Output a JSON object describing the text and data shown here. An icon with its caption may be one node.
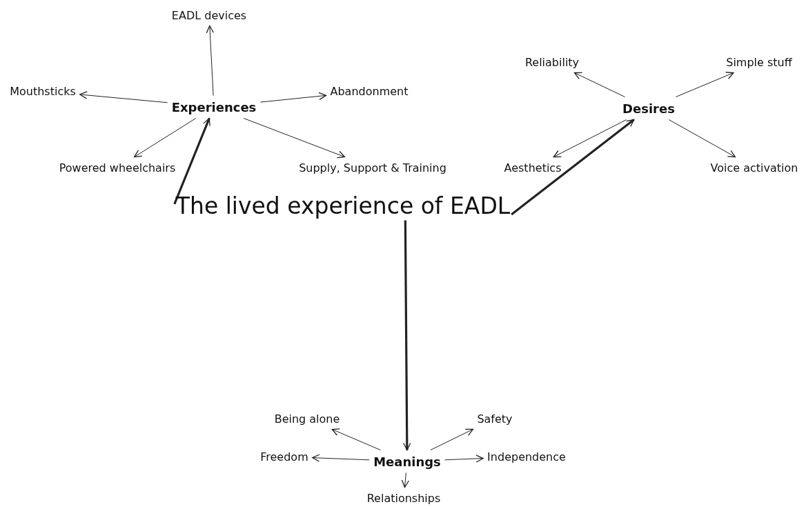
{
  "diagram": {
    "nodes": [
      {
        "text": [
          "The lived experience of EADL"
        ]
      },
      {
        "text": [
          "Experiences"
        ]
      },
      {
        "text": [
          "EADL devices"
        ]
      },
      {
        "text": [
          "Mouthsticks"
        ]
      },
      {
        "text": [
          "Abandonment"
        ]
      },
      {
        "text": [
          "Powered wheelchairs"
        ]
      },
      {
        "text": [
          "Supply, Support & Training"
        ]
      },
      {
        "text": [
          "Desires"
        ]
      },
      {
        "text": [
          "Reliability"
        ]
      },
      {
        "text": [
          "Simple stuff"
        ]
      },
      {
        "text": [
          "Aesthetics"
        ]
      },
      {
        "text": [
          "Voice activation"
        ]
      },
      {
        "text": [
          "Meanings"
        ]
      },
      {
        "text": [
          "Being alone"
        ]
      },
      {
        "text": [
          "Safety"
        ]
      },
      {
        "text": [
          "Freedom"
        ]
      },
      {
        "text": [
          "Independence"
        ]
      },
      {
        "text": [
          "Relationships"
        ]
      }
    ],
    "edges": [
      {
        "from": 0,
        "to": 1,
        "arrow": "to",
        "style": "thick"
      },
      {
        "from": 0,
        "to": 7,
        "arrow": "to",
        "style": "thick"
      },
      {
        "from": 0,
        "to": 12,
        "arrow": "to",
        "style": "thick"
      },
      {
        "from": 1,
        "to": 2,
        "arrow": "to"
      },
      {
        "from": 1,
        "to": 3,
        "arrow": "to"
      },
      {
        "from": 1,
        "to": 4,
        "arrow": "to"
      },
      {
        "from": 1,
        "to": 5,
        "arrow": "to"
      },
      {
        "from": 1,
        "to": 6,
        "arrow": "to"
      },
      {
        "from": 7,
        "to": 8,
        "arrow": "to"
      },
      {
        "from": 7,
        "to": 9,
        "arrow": "to"
      },
      {
        "from": 7,
        "to": 10,
        "arrow": "to"
      },
      {
        "from": 7,
        "to": 11,
        "arrow": "to"
      },
      {
        "from": 12,
        "to": 13,
        "arrow": "to"
      },
      {
        "from": 12,
        "to": 14,
        "arrow": "to"
      },
      {
        "from": 12,
        "to": 15,
        "arrow": "to"
      },
      {
        "from": 12,
        "to": 16,
        "arrow": "to"
      },
      {
        "from": 12,
        "to": 17,
        "arrow": "to"
      }
    ]
  }
}
